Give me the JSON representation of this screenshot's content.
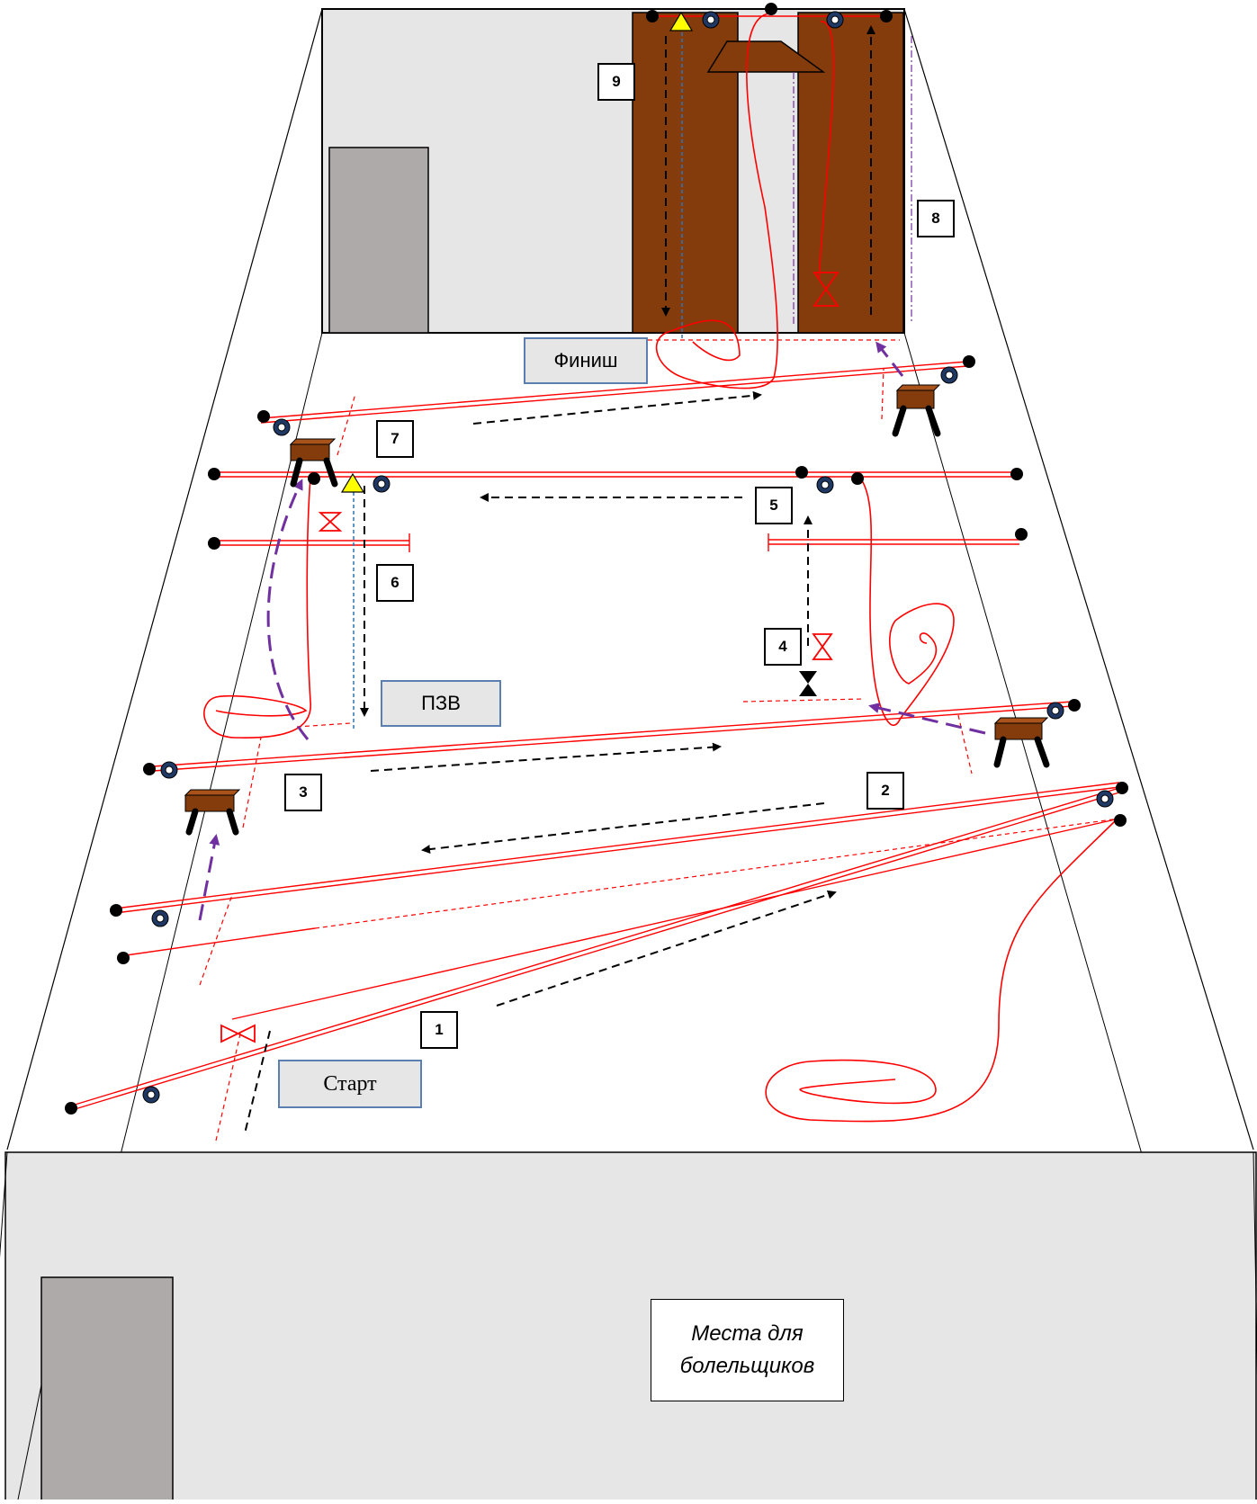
{
  "labels": {
    "start": "Старт",
    "finish": "Финиш",
    "pzv": "ПЗВ",
    "fans_line1": "Места для",
    "fans_line2": "болельщиков"
  },
  "stages": [
    {
      "id": "stage-1",
      "label": "1"
    },
    {
      "id": "stage-2",
      "label": "2"
    },
    {
      "id": "stage-3",
      "label": "3"
    },
    {
      "id": "stage-4",
      "label": "4"
    },
    {
      "id": "stage-5",
      "label": "5"
    },
    {
      "id": "stage-6",
      "label": "6"
    },
    {
      "id": "stage-7",
      "label": "7"
    },
    {
      "id": "stage-8",
      "label": "8"
    },
    {
      "id": "stage-9",
      "label": "9"
    }
  ],
  "colors": {
    "wall": "#e6e6e6",
    "door": "#aeaaaa",
    "board": "#843c0c",
    "rope": "#ff0000",
    "route": "#000000",
    "path": "#7030a0",
    "blue_line": "#2e75b6",
    "label_border": "#5b7fb0",
    "flag": "#ffff00"
  }
}
